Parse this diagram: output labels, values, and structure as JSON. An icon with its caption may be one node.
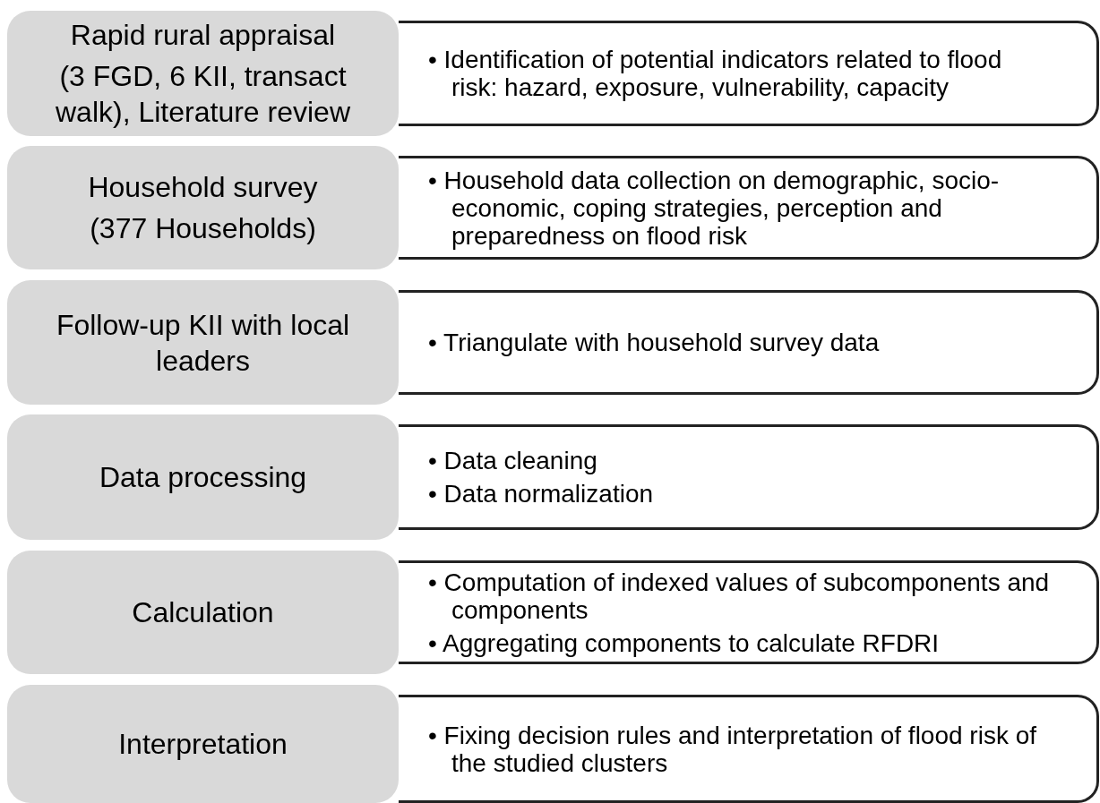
{
  "diagram": {
    "nodes": [
      {
        "text": [
          "Rapid rural appraisal",
          "(3 FGD, 6 KII, transact walk), Literature review"
        ]
      },
      {
        "text": [
          "• Identification of potential indicators related to flood risk: hazard, exposure, vulnerability, capacity"
        ]
      },
      {
        "text": [
          "Household survey",
          "(377 Households)"
        ]
      },
      {
        "text": [
          "• Household data collection on demographic, socio-economic, coping strategies, perception and preparedness on flood risk"
        ]
      },
      {
        "text": [
          "Follow-up KII with local leaders"
        ]
      },
      {
        "text": [
          "• Triangulate with household survey data"
        ]
      },
      {
        "text": [
          "Data processing"
        ]
      },
      {
        "text": [
          "• Data cleaning",
          "• Data normalization"
        ]
      },
      {
        "text": [
          "Calculation"
        ]
      },
      {
        "text": [
          "• Computation of indexed values of subcomponents and components",
          "• Aggregating components to calculate RFDRI"
        ]
      },
      {
        "text": [
          "Interpretation"
        ]
      },
      {
        "text": [
          "• Fixing decision rules and interpretation of flood risk of the studied clusters"
        ]
      }
    ]
  }
}
